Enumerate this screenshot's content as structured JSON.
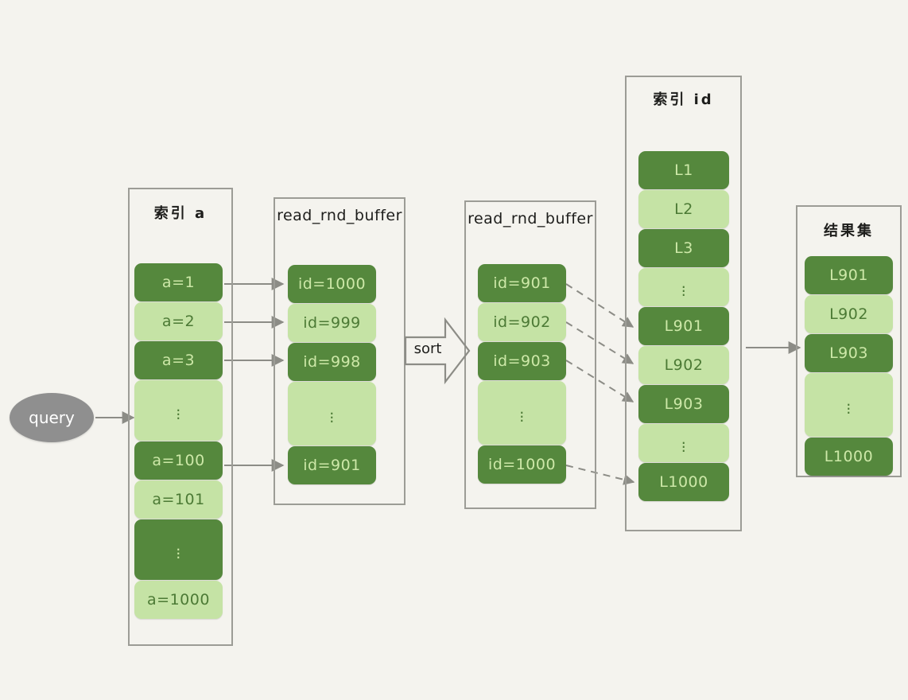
{
  "diagram": {
    "title": "MySQL rowid sort / index lookup flow",
    "background_color": "#F4F3EE",
    "colors": {
      "dark_green": "#55883D",
      "light_green": "#C5E3A5",
      "dark_text": "#CDE8A8",
      "light_text": "#4C7A35",
      "border": "#9C9C96",
      "query_fill": "#8F8F8F",
      "connector": "#8C8C86"
    }
  },
  "query_node": {
    "label": "query"
  },
  "sort_arrow": {
    "label": "sort"
  },
  "panels": [
    {
      "id": "index-a",
      "title": "索引 a",
      "title_is_cjk": true,
      "cells": [
        {
          "label": "a=1",
          "shade": "dark"
        },
        {
          "label": "a=2",
          "shade": "light"
        },
        {
          "label": "a=3",
          "shade": "dark"
        },
        {
          "label": "⋮",
          "shade": "light",
          "is_dots": true
        },
        {
          "label": "a=100",
          "shade": "dark"
        },
        {
          "label": "a=101",
          "shade": "light"
        },
        {
          "label": "⋮",
          "shade": "dark",
          "is_dots": true
        },
        {
          "label": "a=1000",
          "shade": "light"
        }
      ]
    },
    {
      "id": "read-rnd-buffer-1",
      "title": "read_rnd_buffer",
      "title_is_cjk": false,
      "cells": [
        {
          "label": "id=1000",
          "shade": "dark"
        },
        {
          "label": "id=999",
          "shade": "light"
        },
        {
          "label": "id=998",
          "shade": "dark"
        },
        {
          "label": "⋮",
          "shade": "light",
          "is_dots": true
        },
        {
          "label": "id=901",
          "shade": "dark"
        }
      ]
    },
    {
      "id": "read-rnd-buffer-2",
      "title": "read_rnd_buffer",
      "title_is_cjk": false,
      "cells": [
        {
          "label": "id=901",
          "shade": "dark"
        },
        {
          "label": "id=902",
          "shade": "light"
        },
        {
          "label": "id=903",
          "shade": "dark"
        },
        {
          "label": "⋮",
          "shade": "light",
          "is_dots": true
        },
        {
          "label": "id=1000",
          "shade": "dark"
        }
      ]
    },
    {
      "id": "index-id",
      "title": "索引 id",
      "title_is_cjk": true,
      "cells": [
        {
          "label": "L1",
          "shade": "dark"
        },
        {
          "label": "L2",
          "shade": "light"
        },
        {
          "label": "L3",
          "shade": "dark"
        },
        {
          "label": "⋮",
          "shade": "light",
          "is_dots": true
        },
        {
          "label": "L901",
          "shade": "dark"
        },
        {
          "label": "L902",
          "shade": "light"
        },
        {
          "label": "L903",
          "shade": "dark"
        },
        {
          "label": "⋮",
          "shade": "light",
          "is_dots": true
        },
        {
          "label": "L1000",
          "shade": "dark"
        }
      ]
    },
    {
      "id": "result-set",
      "title": "结果集",
      "title_is_cjk": true,
      "cells": [
        {
          "label": "L901",
          "shade": "dark"
        },
        {
          "label": "L902",
          "shade": "light"
        },
        {
          "label": "L903",
          "shade": "dark"
        },
        {
          "label": "⋮",
          "shade": "light",
          "is_dots": true
        },
        {
          "label": "L1000",
          "shade": "dark"
        }
      ]
    }
  ]
}
